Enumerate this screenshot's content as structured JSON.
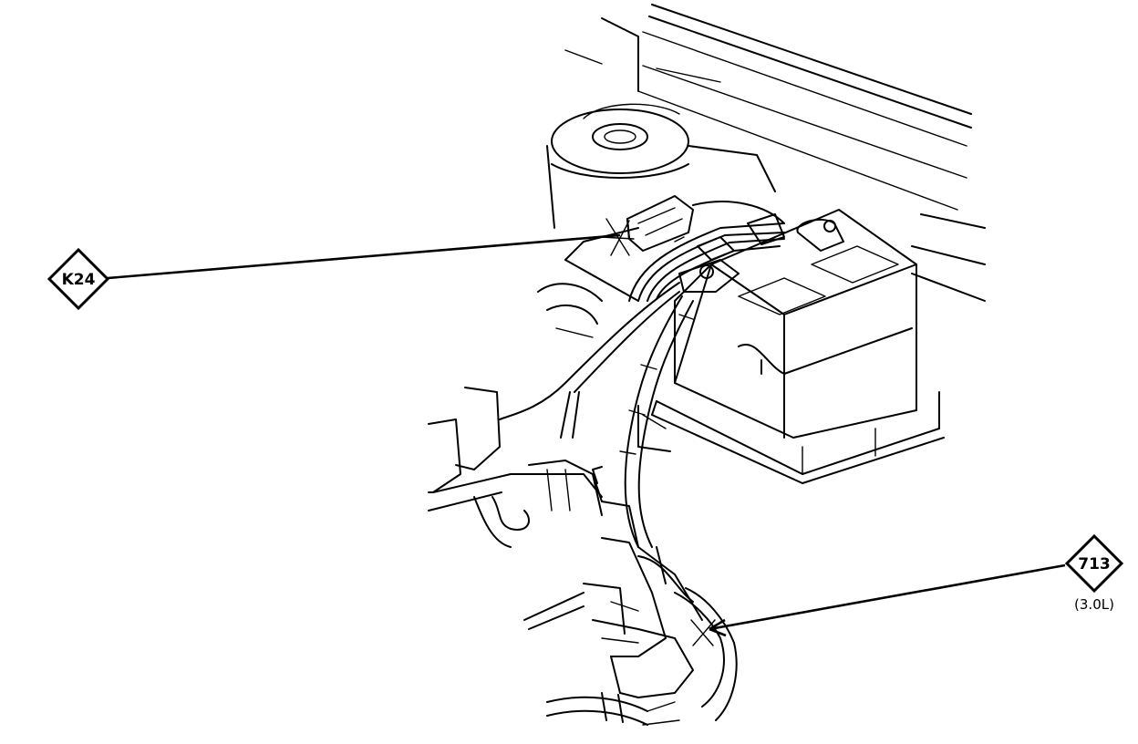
{
  "callouts": [
    {
      "code": "K24",
      "note": ""
    },
    {
      "code": "713",
      "note": "(3.0L)"
    }
  ],
  "colors": {
    "ink": "#000000",
    "paper": "#ffffff"
  }
}
